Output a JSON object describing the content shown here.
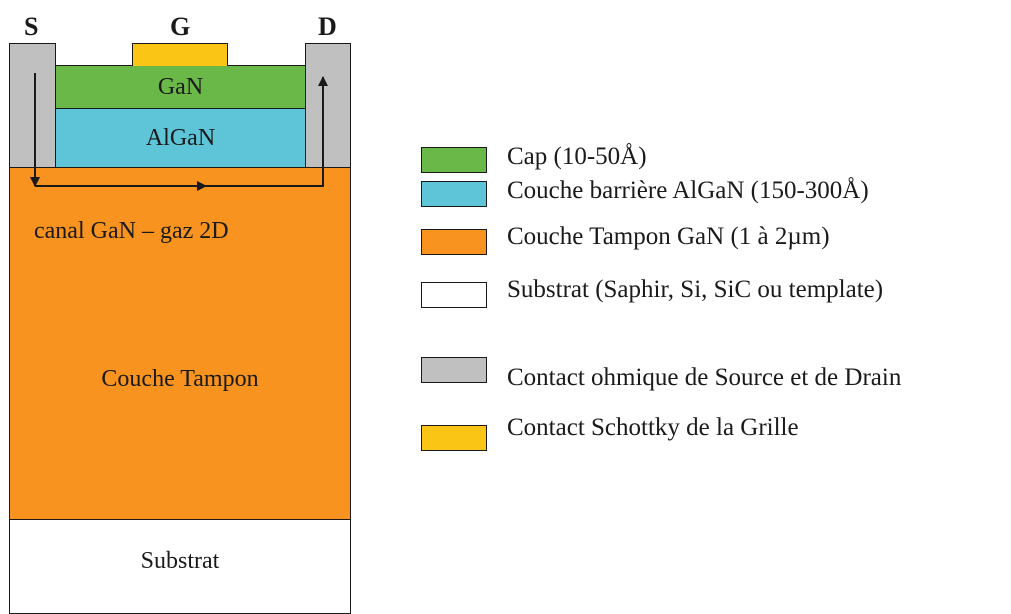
{
  "terminals": {
    "source": "S",
    "gate": "G",
    "drain": "D"
  },
  "layers": {
    "cap": "GaN",
    "barrier": "AlGaN",
    "channel": "canal GaN – gaz 2D",
    "buffer": "Couche Tampon",
    "substrate": "Substrat"
  },
  "legend": [
    {
      "text": "Cap (10-50Å)",
      "color": "#6ab847"
    },
    {
      "text": "Couche barrière AlGaN (150-300Å)",
      "color": "#5ec5d8"
    },
    {
      "text": "Couche Tampon GaN (1 à 2µm)",
      "color": "#f7931e"
    },
    {
      "text": "Substrat (Saphir, Si, SiC ou template)",
      "color": "#ffffff"
    },
    {
      "text": "Contact ohmique de Source et de Drain",
      "color": "#c0c0c0"
    },
    {
      "text": "Contact Schottky de la Grille",
      "color": "#fbc515"
    }
  ],
  "colors": {
    "cap": "#6ab847",
    "barrier": "#5ec5d8",
    "buffer": "#f7931e",
    "substrate": "#ffffff",
    "ohmic": "#c0c0c0",
    "gate": "#fbc515"
  }
}
